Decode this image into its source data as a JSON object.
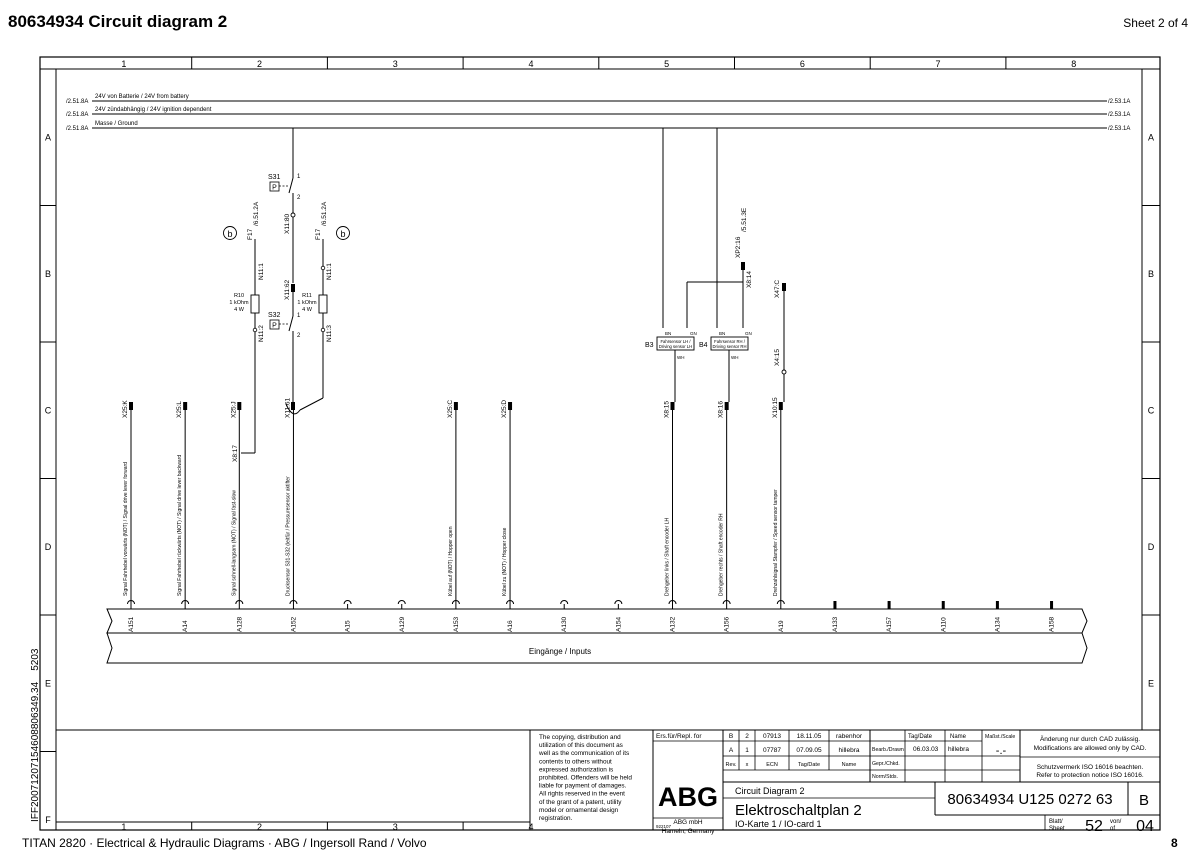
{
  "header": {
    "title": "80634934  Circuit diagram 2",
    "sheet": "Sheet 2 of 4"
  },
  "footer": {
    "text": "TITAN 2820  ·  Electrical & Hydraulic Diagrams  ·  ABG / Ingersoll Rand / Volvo",
    "page": "8"
  },
  "frame": {
    "columns": [
      "1",
      "2",
      "3",
      "4",
      "5",
      "6",
      "7",
      "8"
    ],
    "bottom_columns": [
      "1",
      "2",
      "3",
      "4"
    ],
    "rows": [
      "A",
      "B",
      "C",
      "D",
      "E",
      "F"
    ],
    "side_code": "IFF20071207154608806349.34__5203"
  },
  "rails": [
    {
      "ref_left": "/2.51.8A",
      "label": "24V von Batterie / 24V from battery",
      "ref_right": "/2.53.1A"
    },
    {
      "ref_left": "/2.51.8A",
      "label": "24V zündabhängig / 24V ignition dependent",
      "ref_right": "/2.53.1A"
    },
    {
      "ref_left": "/2.51.8A",
      "label": "Masse / Ground",
      "ref_right": "/2.53.1A"
    }
  ],
  "signals": [
    {
      "conn": "X25:K",
      "desc": "Signal Fahrhebel vorwärts (NOT) / Signal drive lever forward",
      "terminal": "A151"
    },
    {
      "conn": "X25:L",
      "desc": "Signal Fahrhebel rückwärts (NOT) / Signal drive lever backward",
      "terminal": "A14"
    },
    {
      "conn": "X25:J",
      "desc": "Signal schnell-langsam (NOT) / Signal fast-slow",
      "terminal": "A128"
    },
    {
      "conn": "X11:61",
      "desc": "Drucksensor S31-S32 (leitfür / Pressuresensor aktifter",
      "terminal": "A152"
    },
    {
      "conn": "",
      "desc": "",
      "terminal": "A15"
    },
    {
      "conn": "",
      "desc": "",
      "terminal": "A129"
    },
    {
      "conn": "X25:C",
      "desc": "Kübel auf (NOT) / Hopper open",
      "terminal": "A153"
    },
    {
      "conn": "X25:D",
      "desc": "Kübel zu (NOT) / Hopper close",
      "terminal": "A16"
    },
    {
      "conn": "",
      "desc": "",
      "terminal": "A130"
    },
    {
      "conn": "",
      "desc": "",
      "terminal": "A154"
    },
    {
      "conn": "X8:15",
      "desc": "Drehgeber links / Shaft encoder LH",
      "terminal": "A132"
    },
    {
      "conn": "X8:16",
      "desc": "Drehgeber rechts / Shaft encoder RH",
      "terminal": "A156"
    },
    {
      "conn": "X10:15",
      "desc": "Drehzahlsignal Stampfer / Speed sensor tamper",
      "terminal": "A19"
    },
    {
      "conn": "",
      "desc": "",
      "terminal": "A133"
    },
    {
      "conn": "",
      "desc": "",
      "terminal": "A157"
    },
    {
      "conn": "",
      "desc": "",
      "terminal": "A110"
    },
    {
      "conn": "",
      "desc": "",
      "terminal": "A134"
    },
    {
      "conn": "",
      "desc": "",
      "terminal": "A158"
    }
  ],
  "bus_label": "Eingänge / Inputs",
  "components": {
    "s31": "S31",
    "s32": "S32",
    "p": "P",
    "pin1": "1",
    "pin2": "2",
    "f17a": "F17",
    "f17a_ref": "/6.51.2A",
    "f17b": "F17",
    "f17b_ref": "/6.51.2A",
    "b_mark": "b",
    "x11_80": "X11:80",
    "x11_62": "X11:62",
    "n11_1a": "N11:1",
    "n11_2": "N11:2",
    "n11_1b": "N11:1",
    "n11_3": "N11:3",
    "r10": "R10",
    "r10_val": "1 kOhm",
    "r10_w": "4 W",
    "r11": "R11",
    "r11_val": "1 kOhm",
    "r11_w": "4 W",
    "x8_17": "X8:17",
    "b3": "B3",
    "b4": "B4",
    "b3_label1": "Fahrsensor LH /",
    "b3_label2": "Driving sensor LH",
    "b4_label1": "Fahrsensor RH /",
    "b4_label2": "Driving sensor RH",
    "bn": "BN",
    "gn": "GN",
    "wh": "WH",
    "xp2_16": "XP2:16",
    "xp2_ref": "/5.51.3E",
    "x8_14": "X8:14",
    "x47_c": "X47:C",
    "x4_15": "X4:15"
  },
  "title_block": {
    "copyright": [
      "The copying, distribution and",
      "utilization of this document as",
      "well as the communication of its",
      "contents to others without",
      "expressed authorization is",
      "prohibited. Offenders will be held",
      "liable for payment of damages.",
      "All rights reserved in the event",
      "of the grant of a patent, utility",
      "model or ornamental design",
      "registration."
    ],
    "ers": "Ers.für/Repl. for",
    "rev_rows": [
      [
        "B",
        "2",
        "07913",
        "18.11.05",
        "rabenhor"
      ],
      [
        "A",
        "1",
        "07787",
        "07.09.05",
        "hillebra"
      ],
      [
        "Rev.",
        "x",
        "ECN",
        "Tag/Date",
        "Name"
      ]
    ],
    "tag_date": "Tag/Date",
    "name_h": "Name",
    "massstab": "Maßst./Scale",
    "bearb": "Bearb./Drawn",
    "bearb_date": "06.03.03",
    "bearb_name": "hillebra",
    "gepr": "Gepr./Chkd.",
    "norm": "Norm/Stds.",
    "scale": "-.-",
    "cad": [
      "Änderung nur durch CAD zulässig.",
      "Modifications are allowed only by CAD."
    ],
    "iso": [
      "Schutzvermerk ISO 16016 beachten.",
      "Refer to protection notice ISO 16016."
    ],
    "abg": "ABG",
    "company1": "ABG mbH",
    "company2": "Hameln, Germany",
    "code": "922107",
    "title_en": "Circuit Diagram 2",
    "title_de": "Elektroschaltplan 2",
    "subtitle": "IO-Karte 1 / IO-card 1",
    "drawing_no": "80634934 U125 0272 63",
    "rev": "B",
    "blatt": "Blatt/",
    "sheet": "Sheet",
    "sheet_no": "52",
    "von": "von/",
    "of": "of",
    "total": "04"
  }
}
